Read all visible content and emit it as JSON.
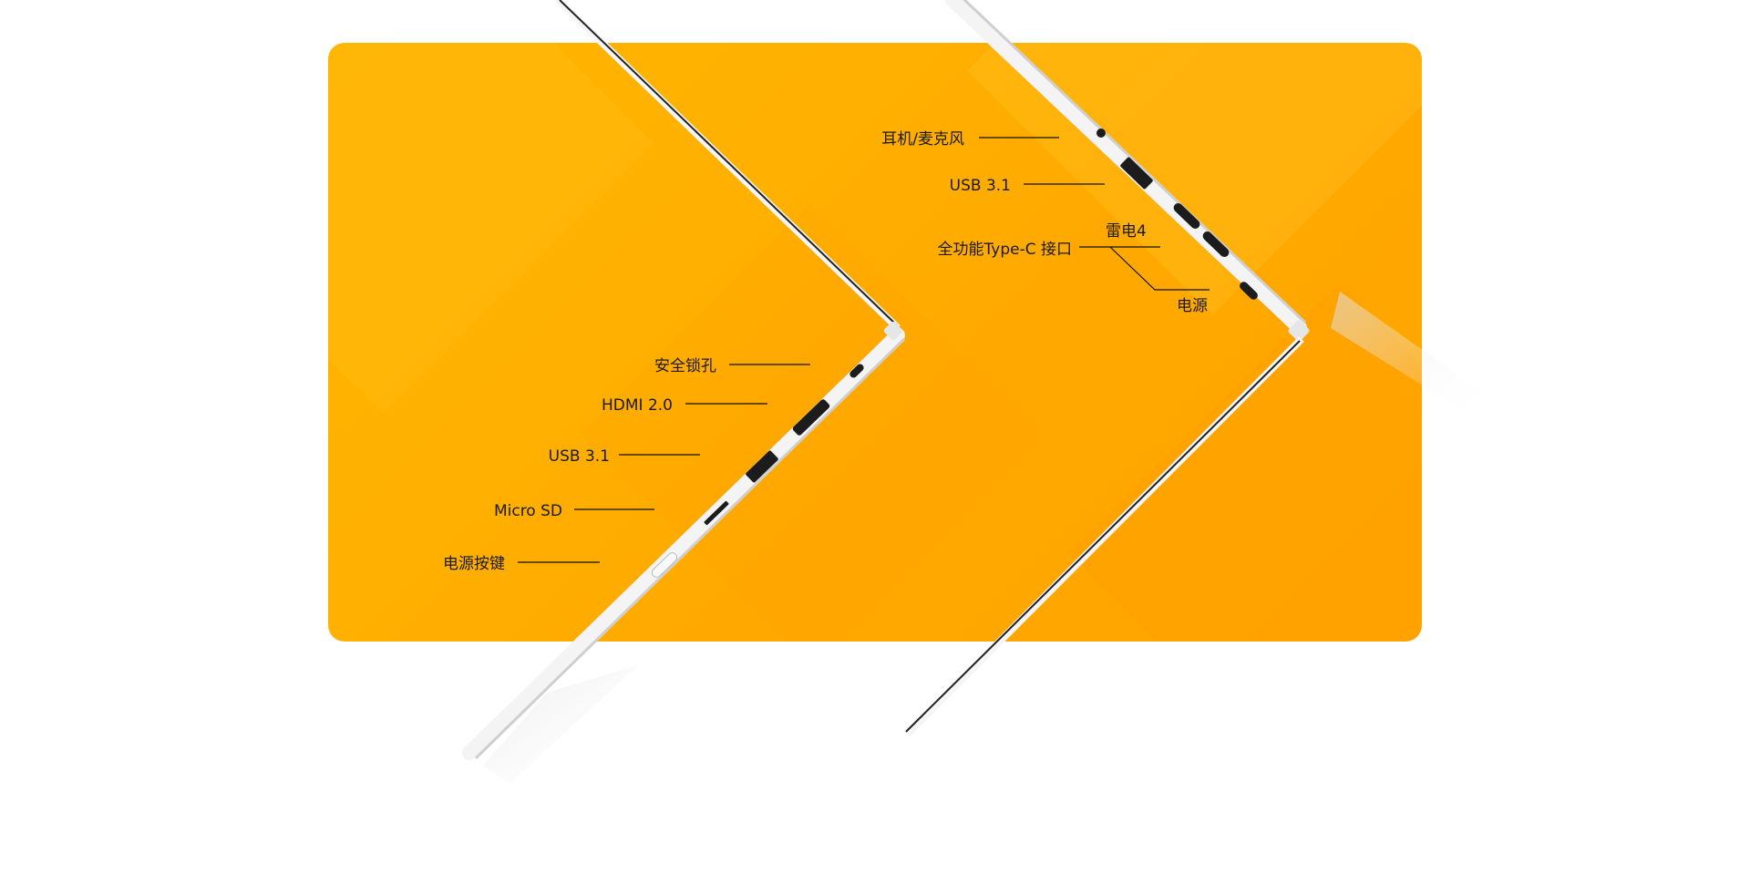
{
  "colors": {
    "panel": "#ffb000",
    "laptop": "#f4f4f4",
    "port": "#1c1c1c"
  },
  "left_laptop": {
    "labels": {
      "security_lock": "安全锁孔",
      "hdmi": "HDMI 2.0",
      "usb": "USB 3.1",
      "micro_sd": "Micro SD",
      "power_button": "电源按键"
    }
  },
  "right_laptop": {
    "labels": {
      "audio": "耳机/麦克风",
      "usb": "USB 3.1",
      "thunderbolt": "雷电4",
      "type_c": "全功能Type-C 接口",
      "power": "电源"
    }
  }
}
